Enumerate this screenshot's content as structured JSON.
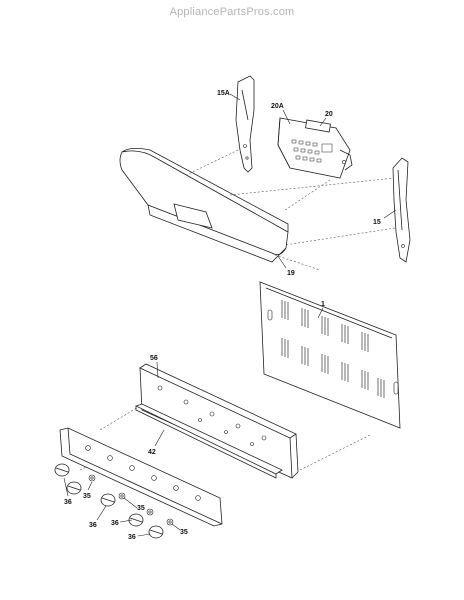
{
  "watermark": "AppliancePartsPros.com",
  "labels": {
    "p15a": "15A",
    "p20a": "20A",
    "p20": "20",
    "p15": "15",
    "p19": "19",
    "p1": "1",
    "p56": "56",
    "p42": "42",
    "p36a": "36",
    "p35a": "35",
    "p36b": "36",
    "p35b": "35",
    "p36c": "36",
    "p36d": "36",
    "p35c": "35"
  }
}
